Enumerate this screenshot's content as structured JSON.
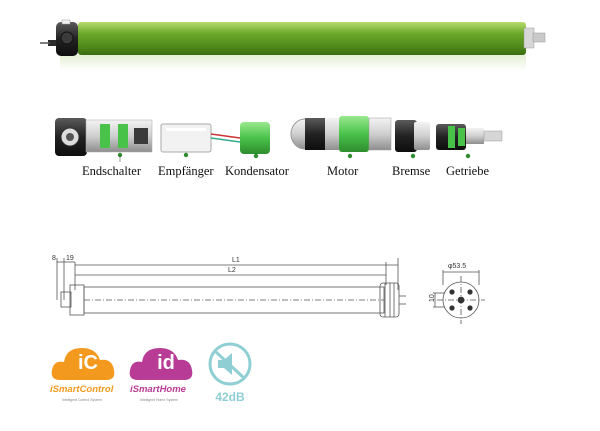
{
  "components": {
    "labels": [
      "Endschalter",
      "Empfänger",
      "Kondensator",
      "Motor",
      "Bremse",
      "Getriebe"
    ]
  },
  "drawing": {
    "dims": {
      "d8": "8",
      "d19": "19",
      "l1": "L1",
      "l2": "L2",
      "dia": "φ53.5",
      "d10": "10"
    }
  },
  "logos": {
    "ismartcontrol": {
      "mark": "iC",
      "name": "iSmartControl",
      "sub": "Intelligent Control System"
    },
    "ismarthome": {
      "mark": "id",
      "name": "iSmartHome",
      "sub": "Intelligent Home System"
    },
    "noise": {
      "value": "42dB"
    }
  },
  "colors": {
    "tube_green": "#6aa829",
    "part_green": "#49c24a",
    "logo_orange": "#f39a1e",
    "logo_magenta": "#b83b95",
    "noise_teal": "#8fcfd4"
  }
}
